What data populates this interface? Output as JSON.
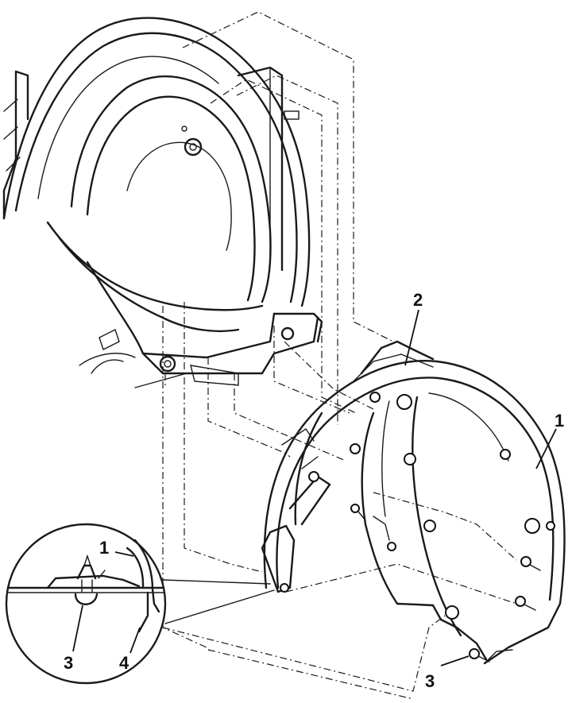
{
  "callouts": {
    "main_1": "1",
    "main_2": "2",
    "main_3": "3",
    "detail_1": "1",
    "detail_3": "3",
    "detail_4": "4"
  },
  "icons": {
    "fender_liner": "wheel-arch-liner-drawing",
    "body_wheelhouse": "body-wheelhouse-drawing",
    "detail_magnifier": "detail-circle-drawing",
    "screw": "screw-icon",
    "clip": "clip-icon"
  },
  "colors": {
    "ink": "#1a1a1a",
    "paper": "#ffffff"
  }
}
